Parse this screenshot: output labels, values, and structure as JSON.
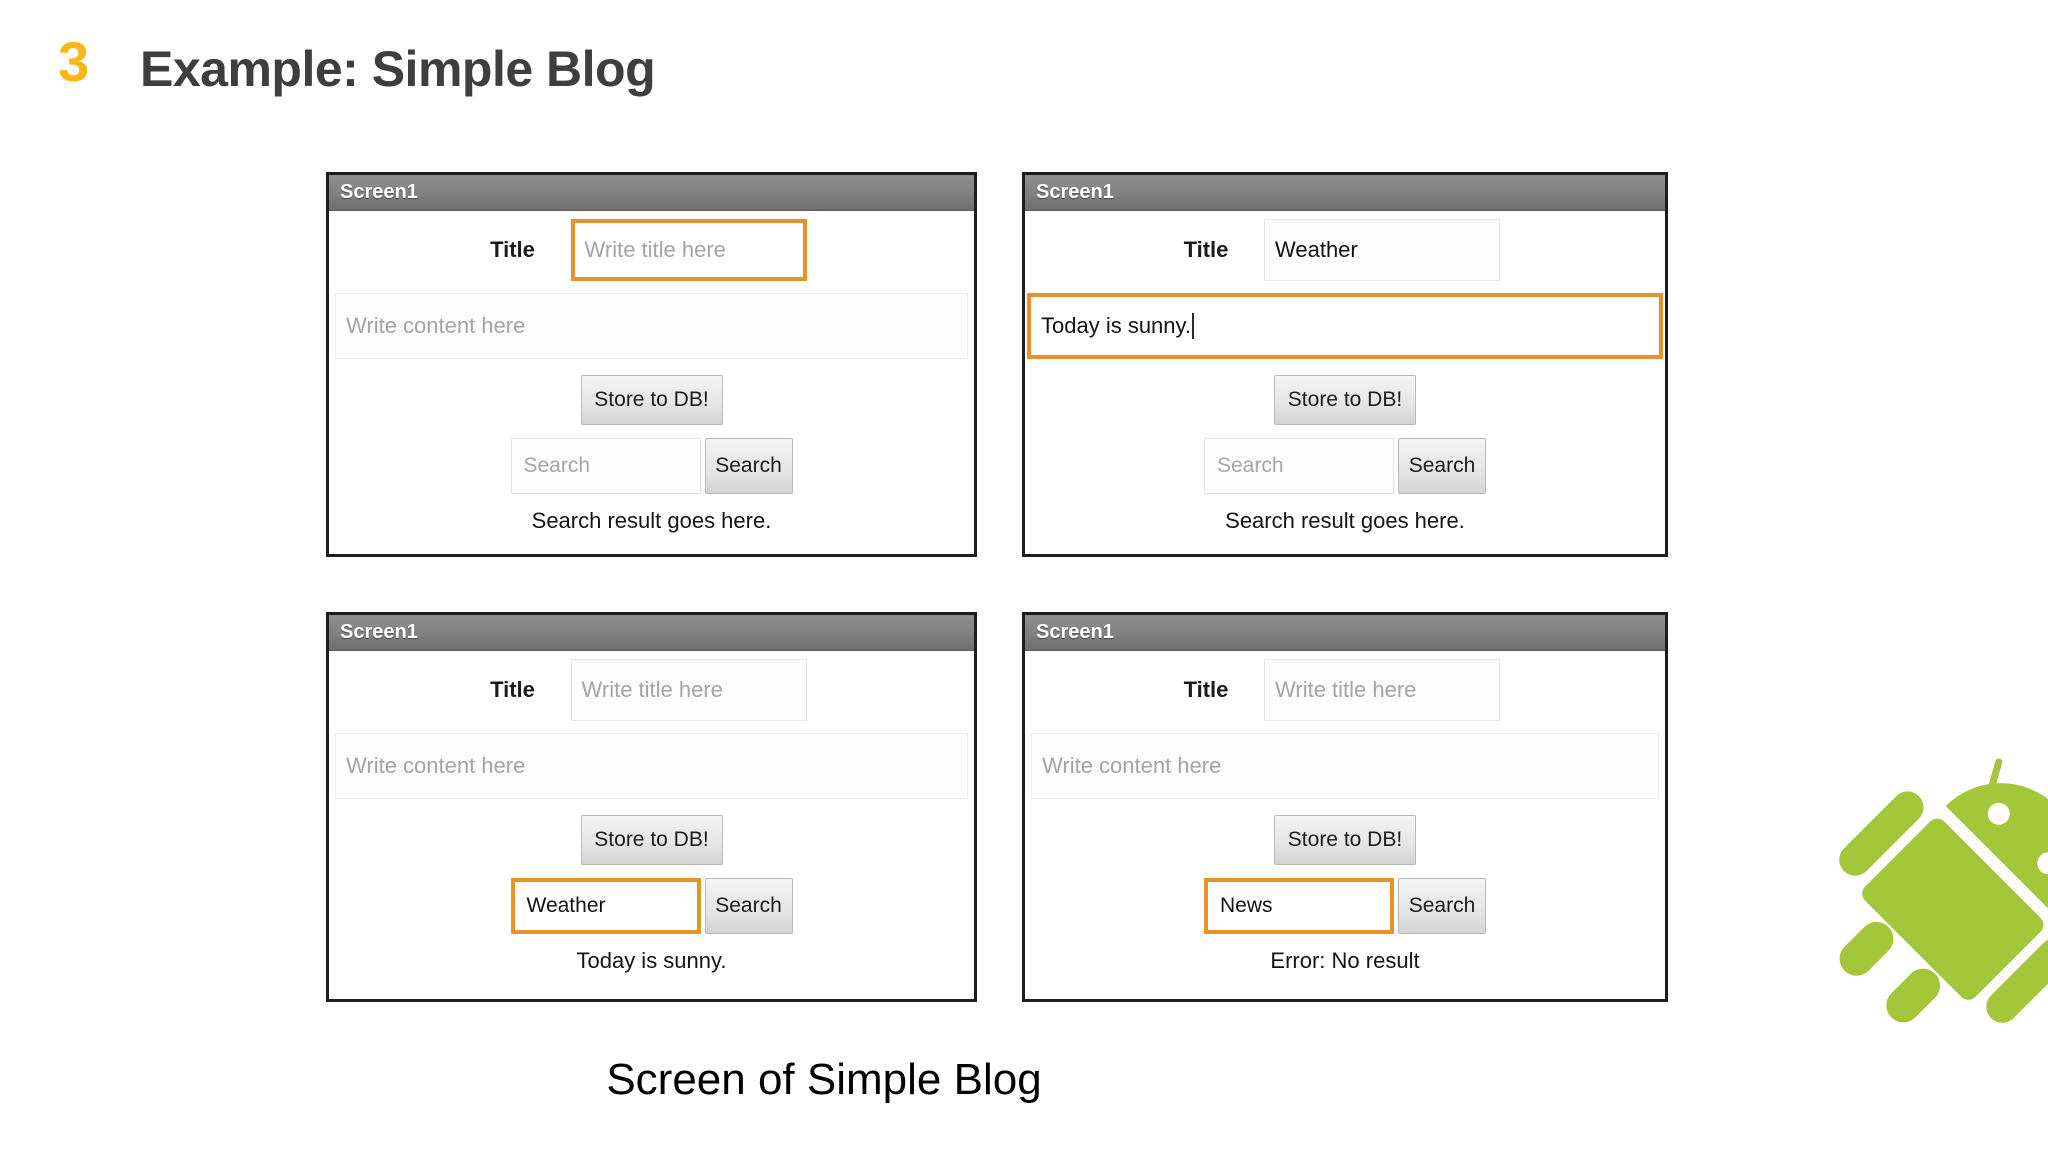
{
  "slide": {
    "number": "3",
    "title": "Example: Simple Blog",
    "caption": "Screen of Simple Blog",
    "accent_color": "#F9B716",
    "title_color": "#3E3E3E",
    "focus_color": "#E8922A"
  },
  "labels": {
    "title_label": "Title",
    "store_button": "Store to DB!",
    "search_button": "Search"
  },
  "placeholders": {
    "title": "Write title here",
    "content": "Write content here",
    "search": "Search"
  },
  "screens": [
    {
      "titlebar": "Screen1",
      "title_label": "Title",
      "title_value": "",
      "title_placeholder": "Write title here",
      "title_focused": true,
      "content_value": "",
      "content_placeholder": "Write content here",
      "content_focused": false,
      "store_button": "Store to DB!",
      "search_value": "",
      "search_placeholder": "Search",
      "search_focused": false,
      "search_button": "Search",
      "result": "Search result goes here."
    },
    {
      "titlebar": "Screen1",
      "title_label": "Title",
      "title_value": "Weather",
      "title_placeholder": "Write title here",
      "title_focused": false,
      "content_value": "Today is sunny.",
      "content_placeholder": "Write content here",
      "content_focused": true,
      "store_button": "Store to DB!",
      "search_value": "",
      "search_placeholder": "Search",
      "search_focused": false,
      "search_button": "Search",
      "result": "Search result goes here."
    },
    {
      "titlebar": "Screen1",
      "title_label": "Title",
      "title_value": "",
      "title_placeholder": "Write title here",
      "title_focused": false,
      "content_value": "",
      "content_placeholder": "Write content here",
      "content_focused": false,
      "store_button": "Store to DB!",
      "search_value": "Weather",
      "search_placeholder": "Search",
      "search_focused": true,
      "search_button": "Search",
      "result": "Today is sunny."
    },
    {
      "titlebar": "Screen1",
      "title_label": "Title",
      "title_value": "",
      "title_placeholder": "Write title here",
      "title_focused": false,
      "content_value": "",
      "content_placeholder": "Write content here",
      "content_focused": false,
      "store_button": "Store to DB!",
      "search_value": "News",
      "search_placeholder": "Search",
      "search_focused": true,
      "search_button": "Search",
      "result": "Error: No result"
    }
  ],
  "mascot": {
    "name": "android-robot-logo",
    "color": "#A4C639"
  }
}
